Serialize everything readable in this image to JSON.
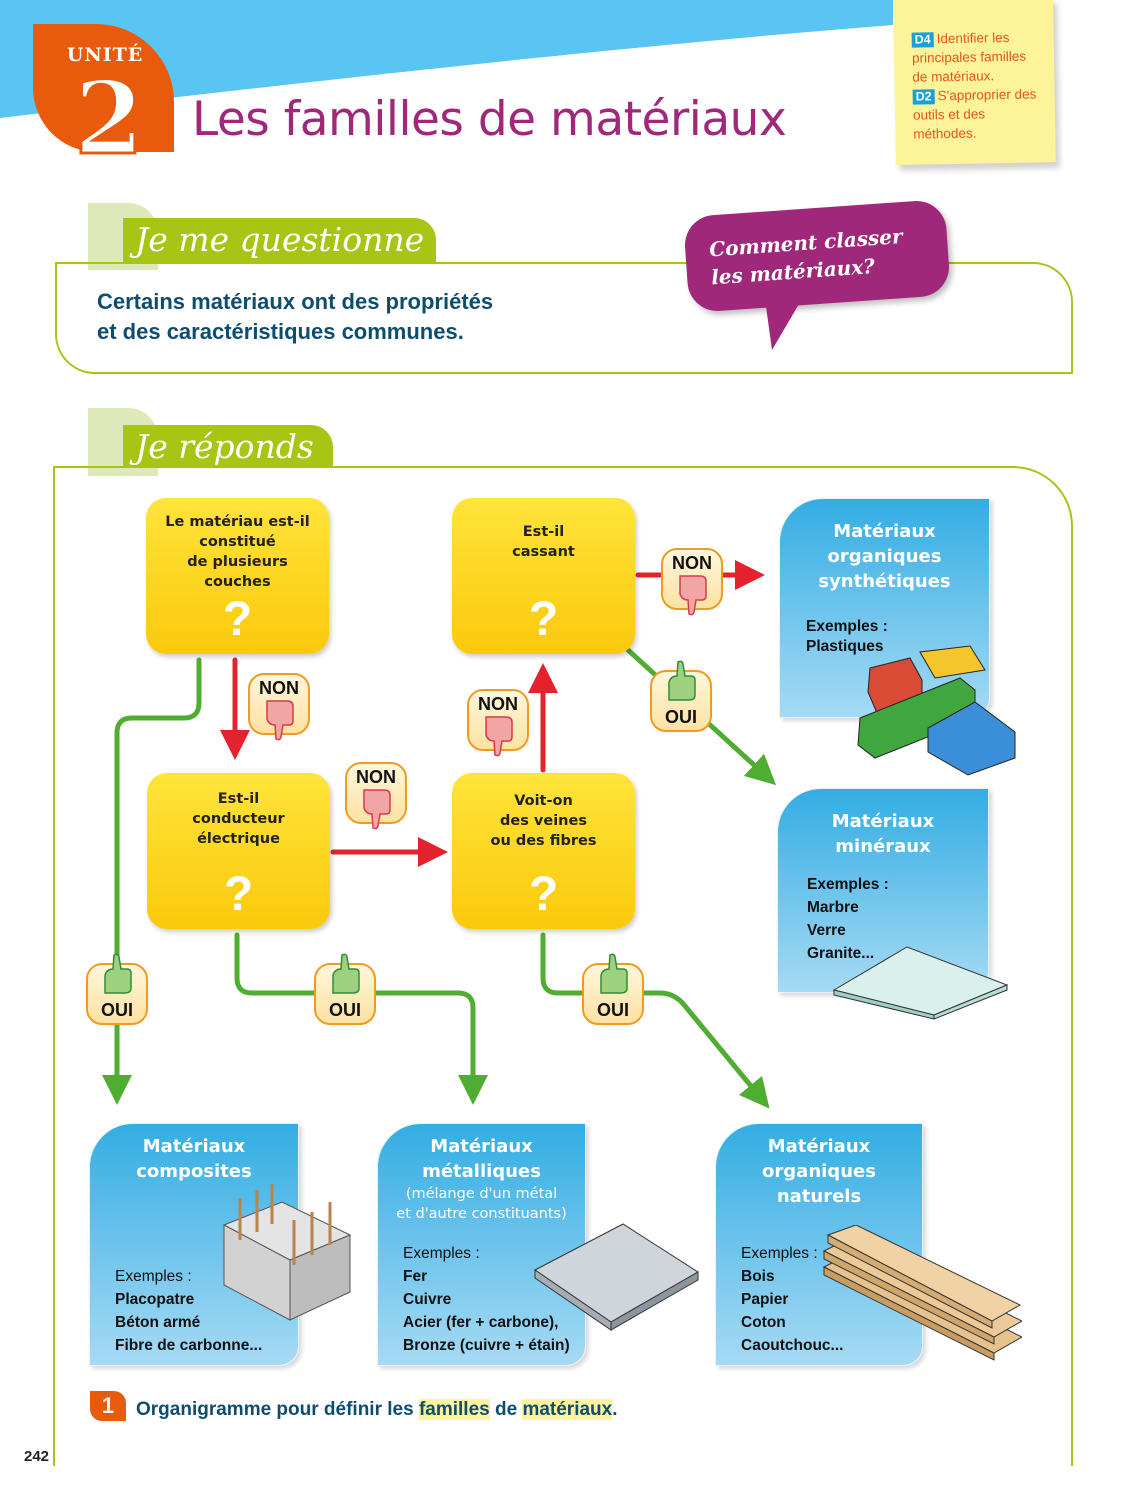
{
  "header": {
    "unit_label": "UNITÉ",
    "unit_number": "2",
    "title": "Les familles de matériaux",
    "colors": {
      "sky": "#5ac4f2",
      "unit_badge": "#e95b0c",
      "title": "#a0287a"
    }
  },
  "objectives": [
    {
      "tag": "D4",
      "text": "Identifier les principales familles de matériaux."
    },
    {
      "tag": "D2",
      "text": "S'approprier des outils et des méthodes."
    }
  ],
  "questionne": {
    "heading": "Je me questionne",
    "text_line1": "Certains matériaux ont des propriétés",
    "text_line2": "et des caractéristiques communes.",
    "bubble_line1": "Comment classer",
    "bubble_line2": "les matériaux?"
  },
  "reponds": {
    "heading": "Je réponds"
  },
  "flowchart": {
    "questions": [
      {
        "id": "q1",
        "lines": [
          "Le matériau est-il",
          "constitué",
          "de plusieurs",
          "couches"
        ],
        "mark": "?"
      },
      {
        "id": "q2",
        "lines": [
          "Est-il",
          "conducteur",
          "électrique"
        ],
        "mark": "?"
      },
      {
        "id": "q3",
        "lines": [
          "Voit-on",
          "des veines",
          "ou des fibres"
        ],
        "mark": "?"
      },
      {
        "id": "q4",
        "lines": [
          "Est-il",
          "cassant"
        ],
        "mark": "?"
      }
    ],
    "answers": {
      "yes": "OUI",
      "no": "NON"
    },
    "families": [
      {
        "id": "synthetiques",
        "title_lines": [
          "Matériaux",
          "organiques",
          "synthétiques"
        ],
        "examples_label": "Exemples :",
        "examples": [
          "Plastiques"
        ],
        "illustration": "lego-bricks"
      },
      {
        "id": "mineraux",
        "title_lines": [
          "Matériaux",
          "minéraux"
        ],
        "examples_label": "Exemples :",
        "examples": [
          "Marbre",
          "Verre",
          "Granite..."
        ],
        "illustration": "glass-plate"
      },
      {
        "id": "composites",
        "title_lines": [
          "Matériaux",
          "composites"
        ],
        "examples_label": "Exemples :",
        "examples": [
          "Placopatre",
          "Béton armé",
          "Fibre de carbonne..."
        ],
        "illustration": "reinforced-concrete-block"
      },
      {
        "id": "metalliques",
        "title_lines": [
          "Matériaux",
          "métalliques"
        ],
        "subtitle_lines": [
          "(mélange d'un métal",
          "et d'autre constituants)"
        ],
        "examples_label": "Exemples :",
        "examples": [
          "Fer",
          "Cuivre",
          "Acier (fer + carbone),",
          "Bronze (cuivre + étain)"
        ],
        "illustration": "metal-plate"
      },
      {
        "id": "naturels",
        "title_lines": [
          "Matériaux",
          "organiques",
          "naturels"
        ],
        "examples_label": "Exemples :",
        "examples": [
          "Bois",
          "Papier",
          "Coton",
          "Caoutchouc..."
        ],
        "illustration": "wood-planks"
      }
    ],
    "edges": [
      {
        "from": "q1",
        "to": "composites",
        "answer": "OUI"
      },
      {
        "from": "q1",
        "to": "q2",
        "answer": "NON"
      },
      {
        "from": "q2",
        "to": "metalliques",
        "answer": "OUI"
      },
      {
        "from": "q2",
        "to": "q3",
        "answer": "NON"
      },
      {
        "from": "q3",
        "to": "naturels",
        "answer": "OUI"
      },
      {
        "from": "q3",
        "to": "q4",
        "answer": "NON"
      },
      {
        "from": "q4",
        "to": "mineraux",
        "answer": "OUI"
      },
      {
        "from": "q4",
        "to": "synthetiques",
        "answer": "NON"
      }
    ],
    "colors": {
      "yes_arrow": "#4fae32",
      "no_arrow": "#e3222e",
      "question_box": "#fdd421",
      "family_box": "#33ade3"
    }
  },
  "caption": {
    "number": "1",
    "text_before": "Organigramme pour définir les ",
    "highlight1": "familles",
    "text_middle": " de ",
    "highlight2": "matériaux",
    "text_after": "."
  },
  "page_number": "242"
}
